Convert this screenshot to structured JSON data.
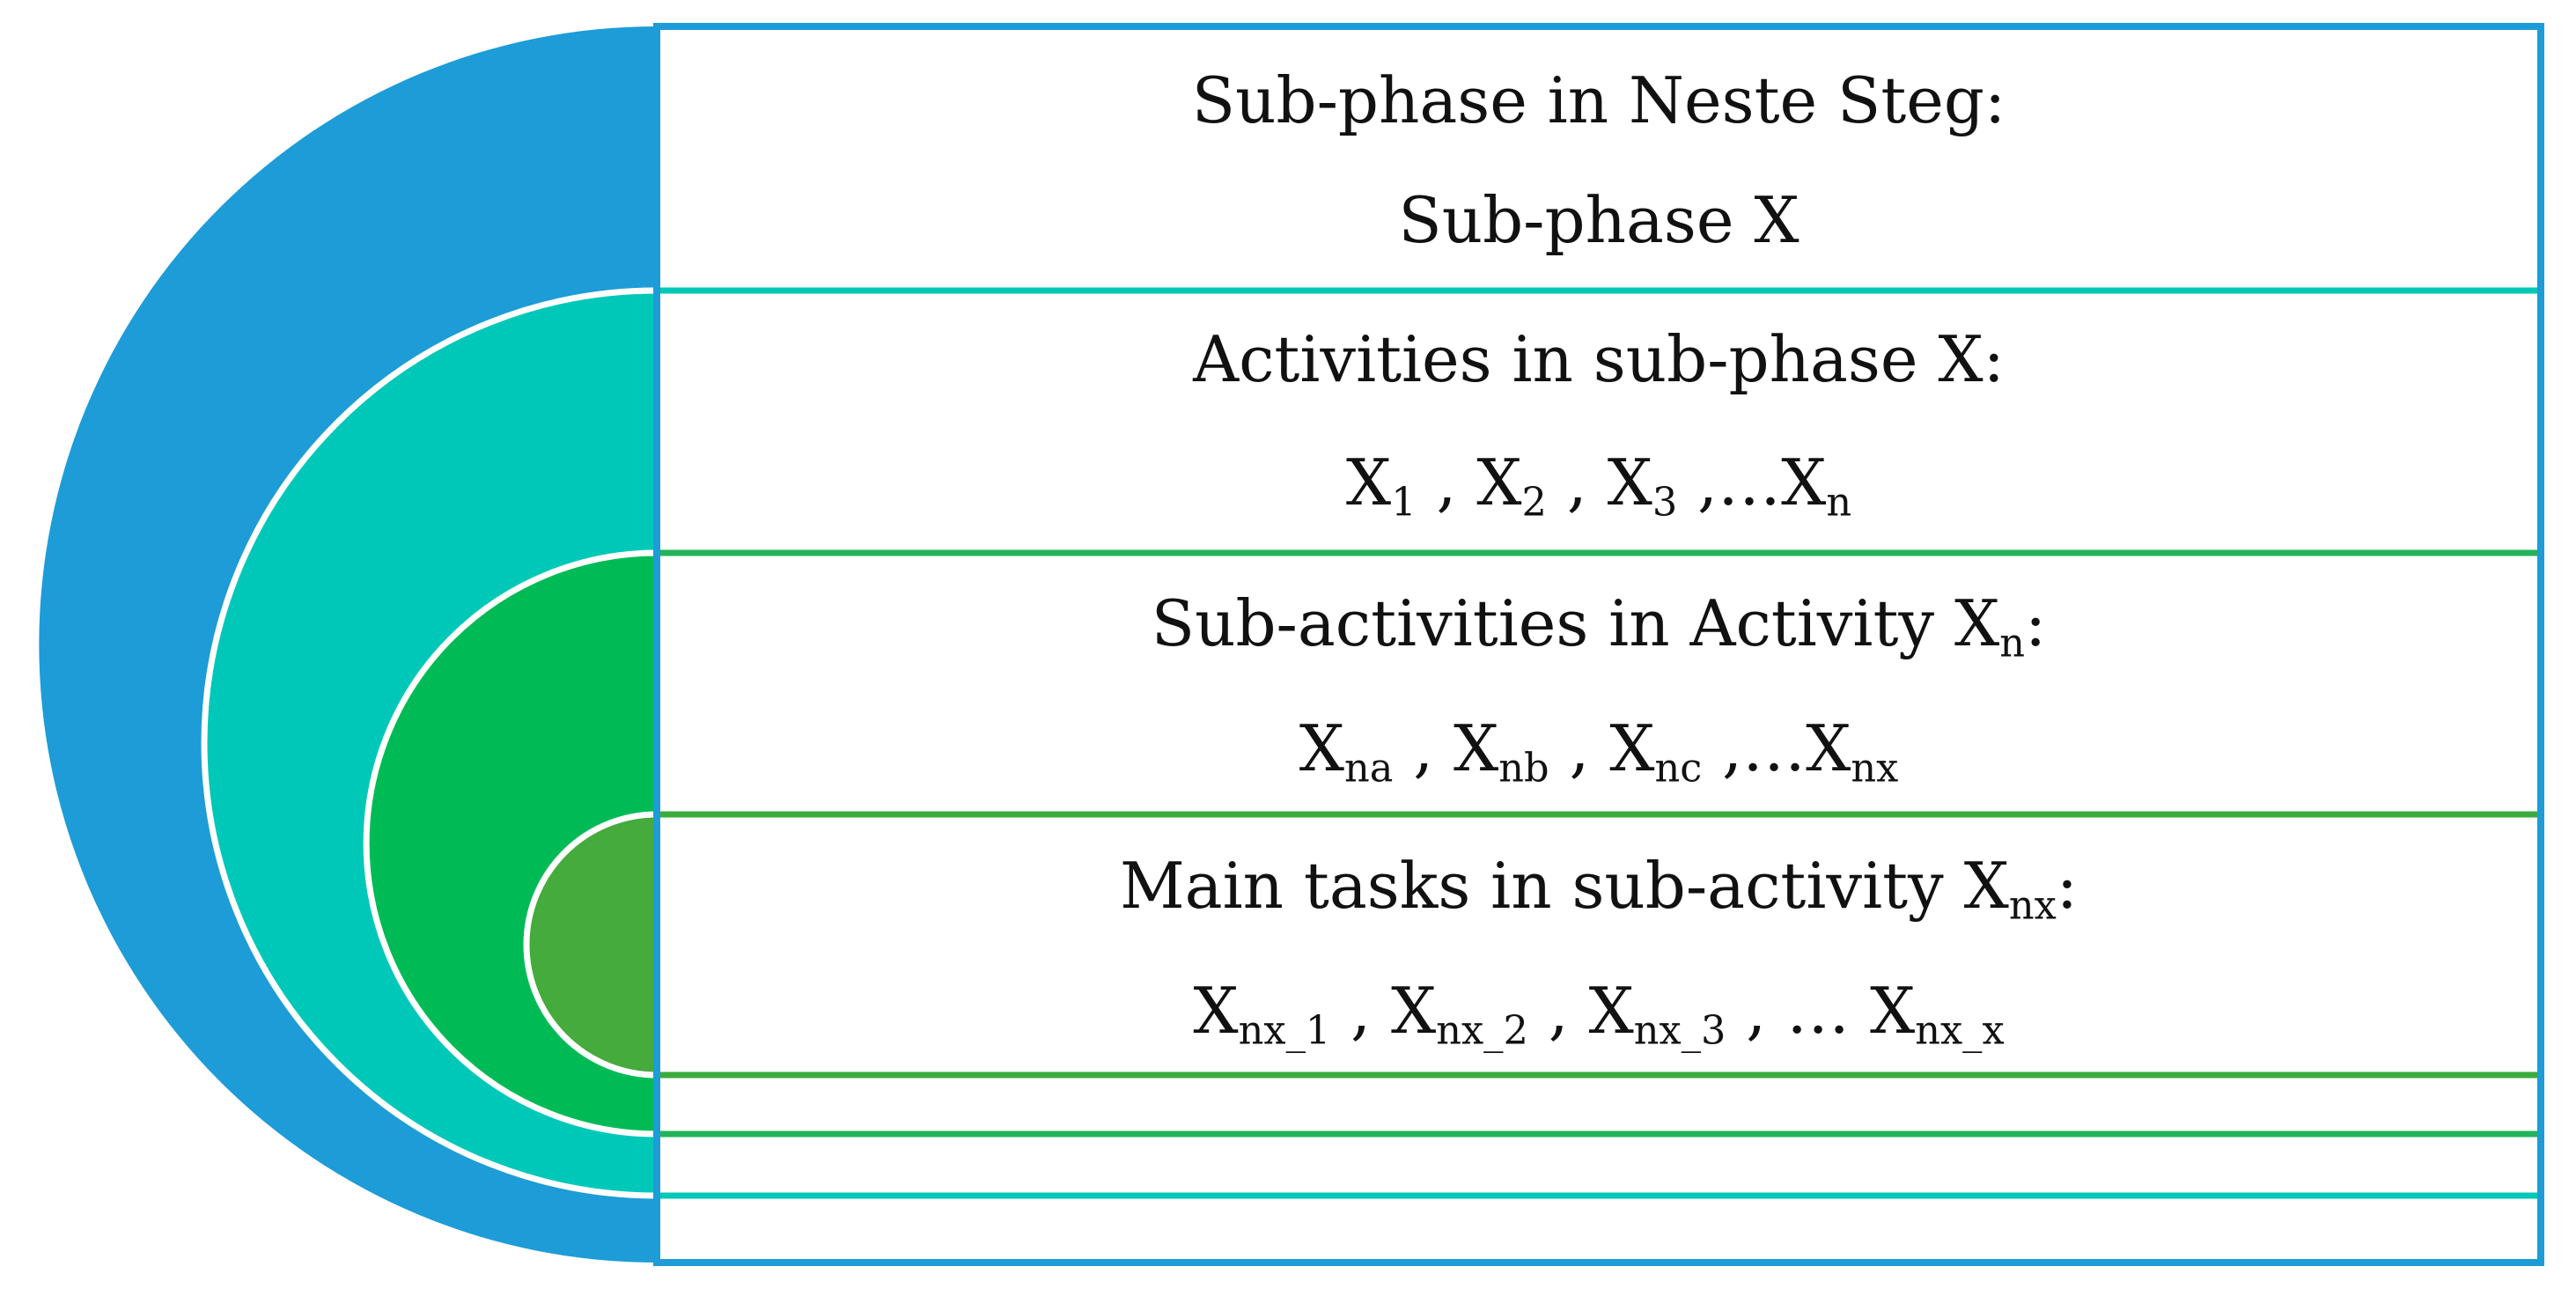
{
  "colors": {
    "outer": "#1d9cd8",
    "second": "#00c8b8",
    "third": "#00bb55",
    "inner": "#44ab3c",
    "bar1_border": "#00c8b8",
    "bar2_border": "#22b45a",
    "bar3_border": "#3aab3c",
    "frame": "#1d9cd8"
  },
  "levels": [
    {
      "title": "Sub-phase in Neste Steg:",
      "value": "Sub-phase X"
    },
    {
      "title": "Activities in sub-phase X:",
      "value_parts": [
        {
          "base": "X",
          "sub": "1"
        },
        {
          "sep": " , "
        },
        {
          "base": "X",
          "sub": "2"
        },
        {
          "sep": " , "
        },
        {
          "base": "X",
          "sub": "3"
        },
        {
          "sep": " ,…"
        },
        {
          "base": "X",
          "sub": "n"
        }
      ]
    },
    {
      "title_parts": [
        {
          "text": "Sub-activities in Activity "
        },
        {
          "base": "X",
          "sub": "n"
        },
        {
          "text": ":"
        }
      ],
      "value_parts": [
        {
          "base": "X",
          "sub": "na"
        },
        {
          "sep": " , "
        },
        {
          "base": "X",
          "sub": "nb"
        },
        {
          "sep": " , "
        },
        {
          "base": "X",
          "sub": "nc"
        },
        {
          "sep": " ,…"
        },
        {
          "base": "X",
          "sub": "nx"
        }
      ]
    },
    {
      "title_parts": [
        {
          "text": "Main tasks in sub-activity "
        },
        {
          "base": "X",
          "sub": "nx"
        },
        {
          "text": ":"
        }
      ],
      "value_parts": [
        {
          "base": "X",
          "sub": "nx_1"
        },
        {
          "sep": " , "
        },
        {
          "base": "X",
          "sub": "nx_2"
        },
        {
          "sep": " , "
        },
        {
          "base": "X",
          "sub": "nx_3"
        },
        {
          "sep": " , … "
        },
        {
          "base": "X",
          "sub": "nx_x"
        }
      ]
    }
  ]
}
